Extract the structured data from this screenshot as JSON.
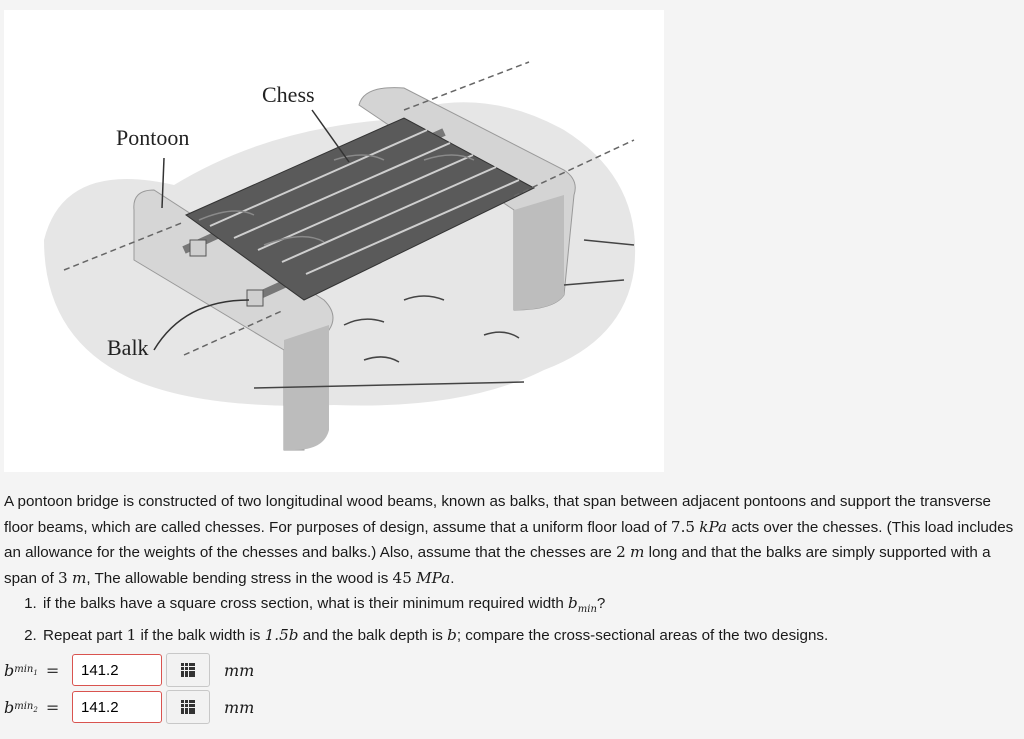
{
  "figure": {
    "label_chess": "Chess",
    "label_pontoon": "Pontoon",
    "label_balk": "Balk"
  },
  "problem": {
    "intro_a": "A pontoon bridge is constructed of two longitudinal wood beams, known as balks, that span between adjacent pontoons and support the transverse floor beams, which are called chesses. For purposes of design, assume that a uniform floor load of ",
    "load_value": "7.5",
    "load_unit": "kPa",
    "intro_b": " acts over the chesses. (This load includes an allowance for the weights of the chesses and balks.) Also, assume that the chesses are ",
    "chess_length": "2",
    "chess_unit": "m",
    "intro_c": " long and that the balks are simply supported with a span of ",
    "span_value": "3",
    "span_unit": "m",
    "intro_d": ", The allowable bending stress in the wood is ",
    "stress_value": "45",
    "stress_unit": "MPa",
    "intro_e": ".",
    "q1_a": "if the balks have a square cross section, what is their minimum required width ",
    "q1_var": "b",
    "q1_sub": "min",
    "q1_b": "?",
    "q2_a": "Repeat part ",
    "q2_part": "1",
    "q2_b": " if the balk width is ",
    "q2_width": "1.5b",
    "q2_c": " and the balk depth is ",
    "q2_depth": "b",
    "q2_d": "; compare the cross-sectional areas of the two designs."
  },
  "answers": [
    {
      "var": "b",
      "sub": "min",
      "sub_index": "1",
      "eq": "=",
      "value": "141.2",
      "unit": "mm"
    },
    {
      "var": "b",
      "sub": "min",
      "sub_index": "2",
      "eq": "=",
      "value": "141.2",
      "unit": "mm"
    }
  ]
}
